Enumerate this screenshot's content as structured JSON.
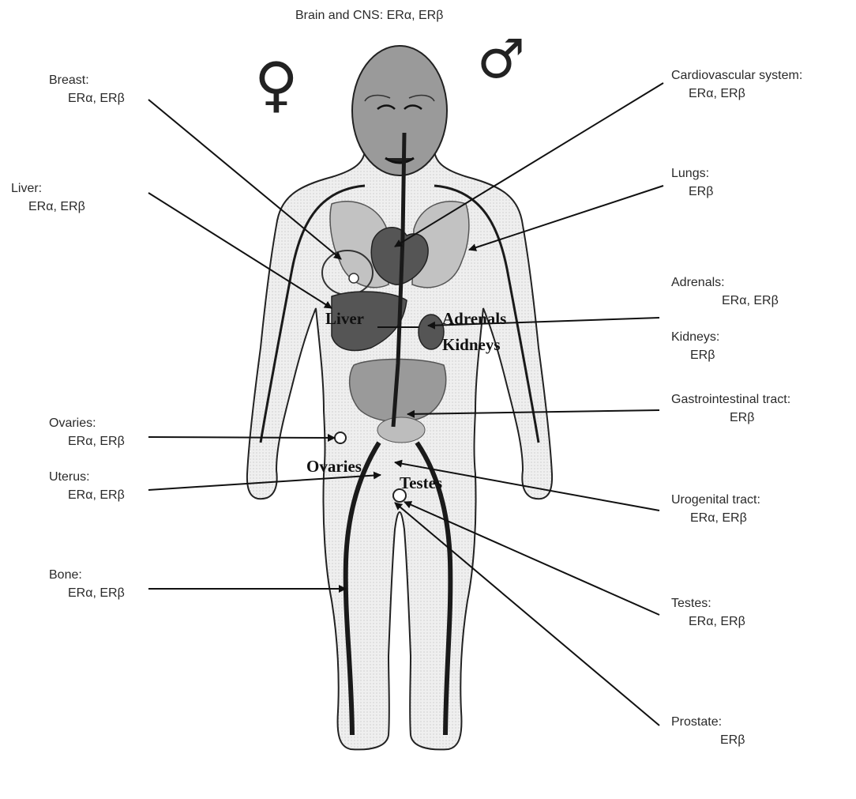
{
  "header": {
    "title": "Brain and CNS: ERα, ERβ"
  },
  "symbols": {
    "female": "♀",
    "male": "♂"
  },
  "labels": {
    "breast": {
      "name": "Breast:",
      "receptors": "ERα, ERβ"
    },
    "liver": {
      "name": "Liver:",
      "receptors": "ERα, ERβ"
    },
    "ovaries": {
      "name": "Ovaries:",
      "receptors": "ERα, ERβ"
    },
    "uterus": {
      "name": "Uterus:",
      "receptors": "ERα, ERβ"
    },
    "bone": {
      "name": "Bone:",
      "receptors": "ERα, ERβ"
    },
    "cardiovascular": {
      "name": "Cardiovascular system:",
      "receptors": "ERα, ERβ"
    },
    "lungs": {
      "name": "Lungs:",
      "receptors": "ERβ"
    },
    "adrenals": {
      "name": "Adrenals:",
      "receptors": "ERα, ERβ"
    },
    "kidneys": {
      "name": "Kidneys:",
      "receptors": "ERβ"
    },
    "gi": {
      "name": "Gastrointestinal tract:",
      "receptors": "ERβ"
    },
    "urogenital": {
      "name": "Urogenital tract:",
      "receptors": "ERα, ERβ"
    },
    "testes": {
      "name": "Testes:",
      "receptors": "ERα, ERβ"
    },
    "prostate": {
      "name": "Prostate:",
      "receptors": "ERβ"
    }
  },
  "organ_labels": {
    "liver": "Liver",
    "adrenals": "Adrenals",
    "kidneys": "Kidneys",
    "ovaries": "Ovaries",
    "testes": "Testes"
  },
  "colors": {
    "body_fill": "#ebebeb",
    "body_stroke": "#222222",
    "head_fill": "#9a9a9a",
    "organ_dark": "#555555",
    "organ_mid": "#8e8e8e",
    "organ_light": "#c2c2c2",
    "vessel": "#1a1a1a",
    "arrow": "#111111"
  }
}
